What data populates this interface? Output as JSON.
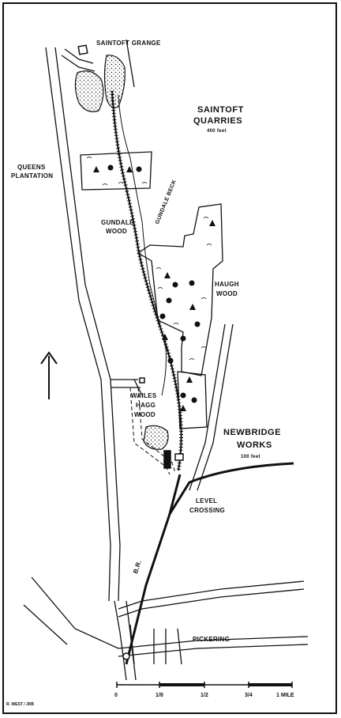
{
  "places": {
    "saintoft_grange": "SAINTOFT GRANGE",
    "saintoft_quarries_1": "SAINTOFT",
    "saintoft_quarries_2": "QUARRIES",
    "quarries_height": "400 feet",
    "queens_plantation_1": "QUEENS",
    "queens_plantation_2": "PLANTATION",
    "gundale_wood_1": "GUNDALE",
    "gundale_wood_2": "WOOD",
    "gundale_beck": "GUNDALE BECK",
    "haugh_wood_1": "HAUGH",
    "haugh_wood_2": "WOOD",
    "wailes_1": "WAILES",
    "wailes_2": "HAGG",
    "wailes_3": "WOOD",
    "newbridge_1": "NEWBRIDGE",
    "newbridge_2": "WORKS",
    "newbridge_height": "100 feet",
    "level_1": "LEVEL",
    "level_2": "CROSSING",
    "railway": "B.R.",
    "pickering": "PICKERING"
  },
  "scale": {
    "zero": "0",
    "eighth": "1/8",
    "half": "1/2",
    "three_quarter": "3/4",
    "mile": "1 MILE"
  },
  "credit": "R. WEST / JRB",
  "colors": {
    "ink": "#111111",
    "paper": "#ffffff"
  }
}
